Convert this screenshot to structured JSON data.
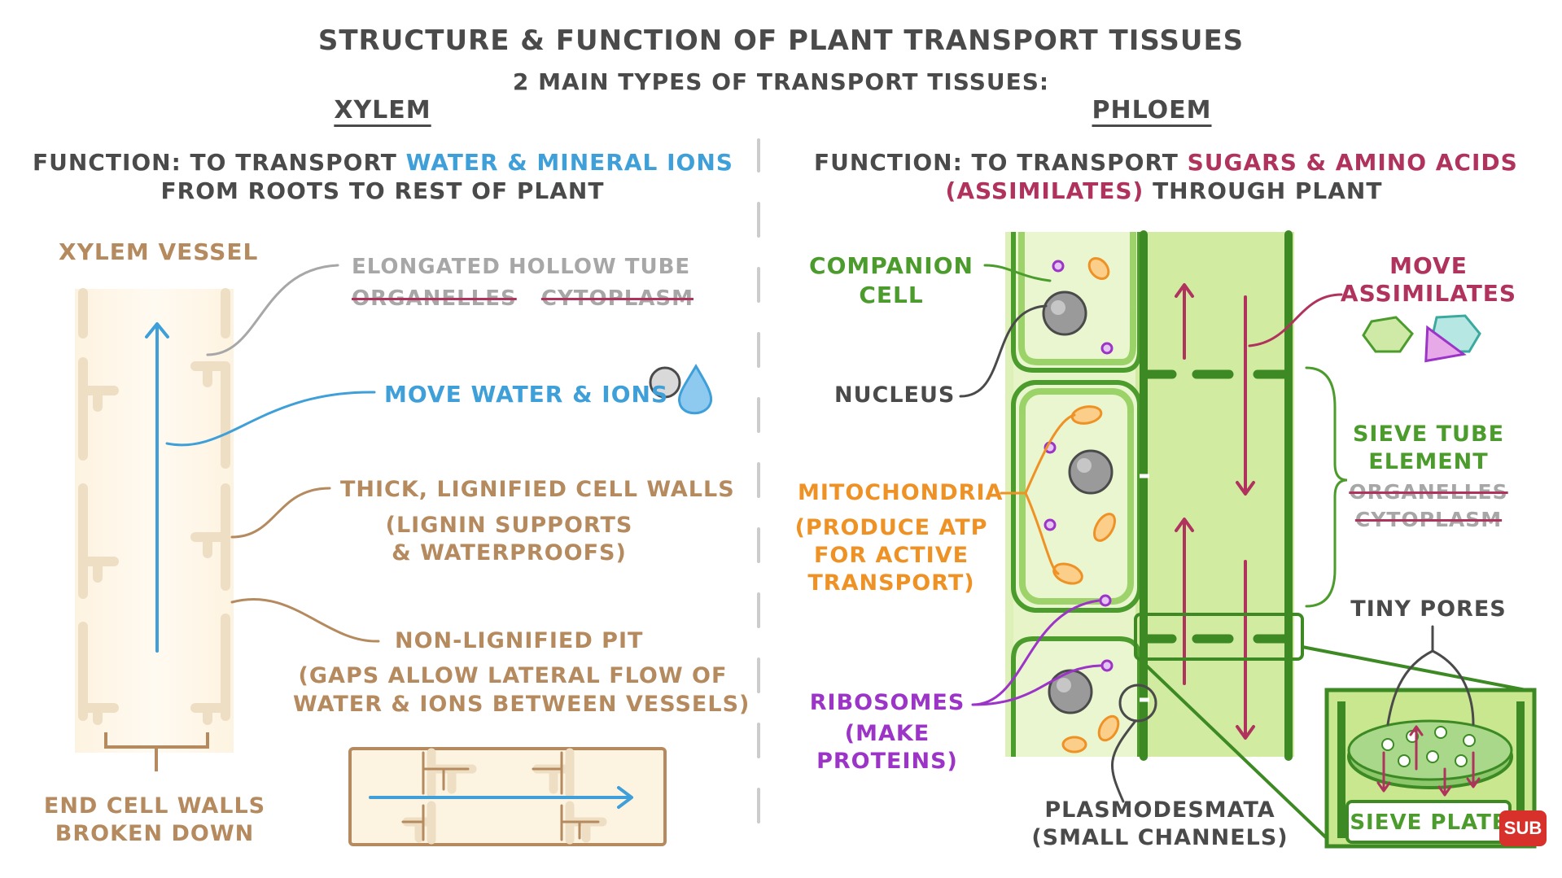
{
  "title": "STRUCTURE & FUNCTION OF PLANT TRANSPORT TISSUES",
  "subtitle": "2 MAIN TYPES OF TRANSPORT TISSUES:",
  "xylem": {
    "heading": "XYLEM",
    "function_prefix": "FUNCTION: TO TRANSPORT",
    "function_highlight": "WATER & MINERAL IONS",
    "function_line2": "FROM ROOTS TO REST OF PLANT",
    "vessel_label": "XYLEM VESSEL",
    "tube_label": "ELONGATED HOLLOW TUBE",
    "struck_1": "ORGANELLES",
    "struck_2": "CYTOPLASM",
    "move_label": "MOVE WATER & IONS",
    "walls_label": "THICK, LIGNIFIED CELL WALLS",
    "lignin_line1": "(LIGNIN SUPPORTS",
    "lignin_line2": "& WATERPROOFS)",
    "pit_label": "NON-LIGNIFIED PIT",
    "pit_line1": "(GAPS ALLOW LATERAL FLOW OF",
    "pit_line2": "WATER & IONS BETWEEN VESSELS)",
    "end_line1": "END CELL WALLS",
    "end_line2": "BROKEN DOWN"
  },
  "phloem": {
    "heading": "PHLOEM",
    "function_prefix": "FUNCTION: TO TRANSPORT",
    "function_highlight": "SUGARS & AMINO ACIDS",
    "function_highlight2": "(ASSIMILATES)",
    "function_suffix": "THROUGH PLANT",
    "companion_line1": "COMPANION",
    "companion_line2": "CELL",
    "nucleus": "NUCLEUS",
    "mitochondria": "MITOCHONDRIA",
    "atp_line1": "(PRODUCE ATP",
    "atp_line2": "FOR ACTIVE",
    "atp_line3": "TRANSPORT)",
    "ribosomes": "RIBOSOMES",
    "ribo_line1": "(MAKE",
    "ribo_line2": "PROTEINS)",
    "plasmo_line1": "PLASMODESMATA",
    "plasmo_line2": "(SMALL CHANNELS)",
    "move_line1": "MOVE",
    "move_line2": "ASSIMILATES",
    "ste_line1": "SIEVE TUBE",
    "ste_line2": "ELEMENT",
    "struck_1": "ORGANELLES",
    "struck_2": "CYTOPLASM",
    "pores": "TINY PORES",
    "sieve_plate": "SIEVE PLATE"
  },
  "badge": "SUB",
  "colors": {
    "text": "#4a4a4a",
    "water": "#3e9fd9",
    "xylem": "#b48a5e",
    "phloem_green": "#4c9b2d",
    "assimilates": "#b0335e",
    "mitochondria": "#ef9226",
    "ribosomes": "#9b34c7"
  }
}
